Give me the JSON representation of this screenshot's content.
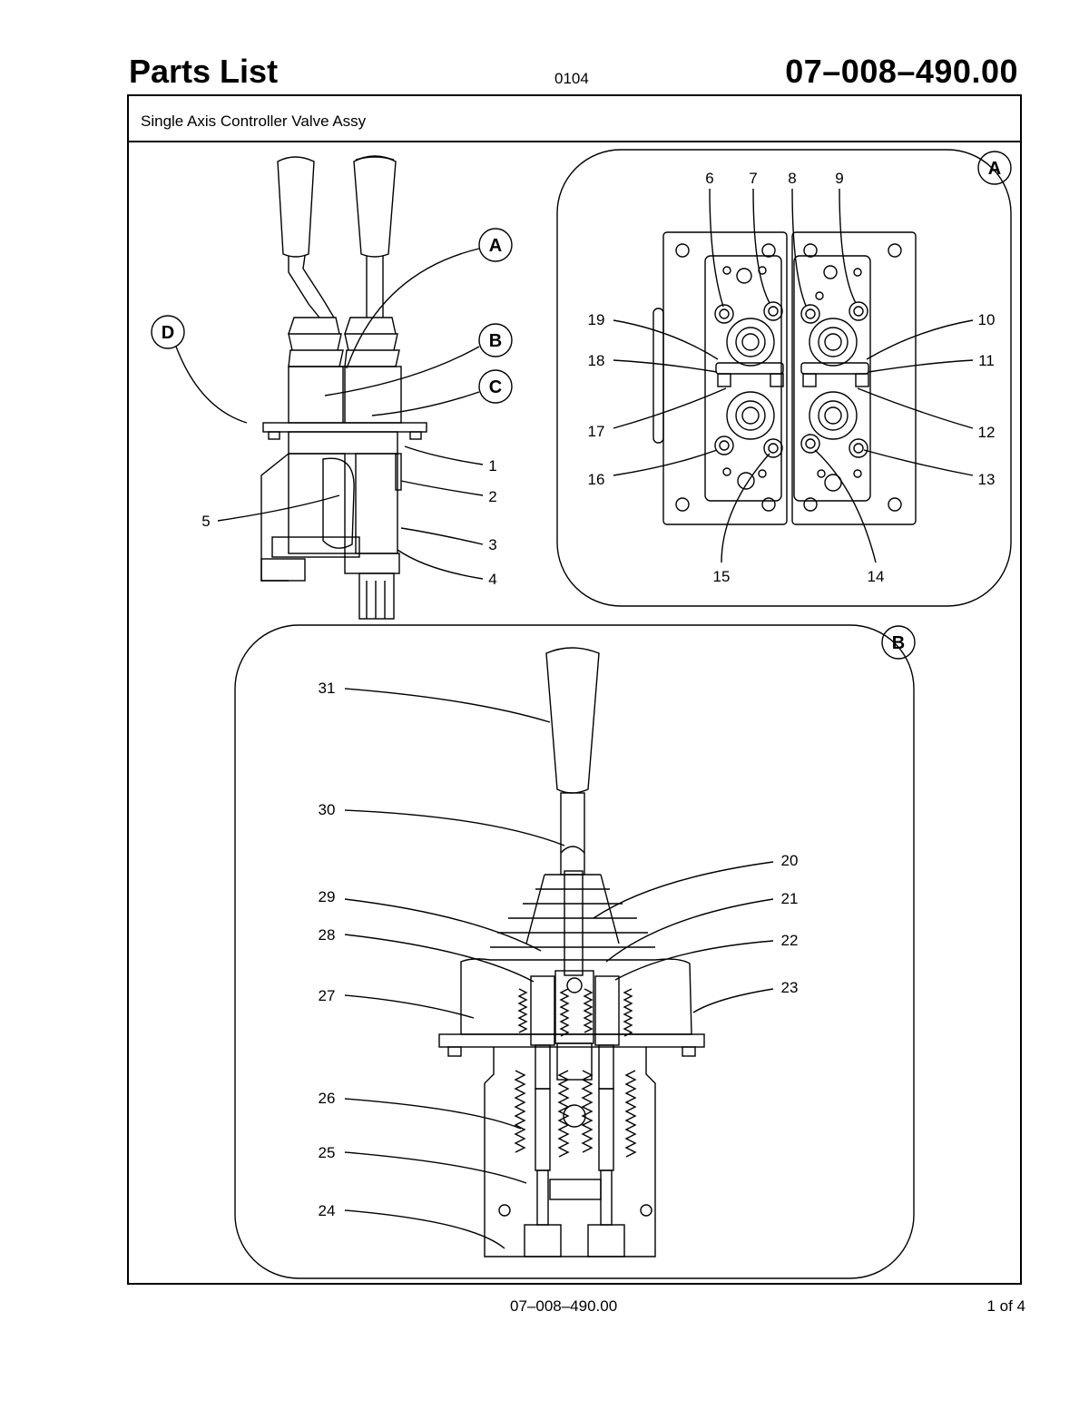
{
  "header": {
    "title": "Parts List",
    "revision": "0104",
    "document_number": "07–008–490.00"
  },
  "subtitle": "Single Axis Controller Valve Assy",
  "views": {
    "main": {
      "detail_callouts": [
        "A",
        "B",
        "C",
        "D"
      ],
      "item_labels": [
        "1",
        "2",
        "3",
        "4",
        "5"
      ]
    },
    "detail_a": {
      "tag": "A",
      "item_labels": [
        "6",
        "7",
        "8",
        "9",
        "10",
        "11",
        "12",
        "13",
        "14",
        "15",
        "16",
        "17",
        "18",
        "19"
      ]
    },
    "detail_b": {
      "tag": "B",
      "item_labels": [
        "20",
        "21",
        "22",
        "23",
        "24",
        "25",
        "26",
        "27",
        "28",
        "29",
        "30",
        "31"
      ]
    }
  },
  "footer": {
    "document_number": "07–008–490.00",
    "page": "1 of 4"
  }
}
